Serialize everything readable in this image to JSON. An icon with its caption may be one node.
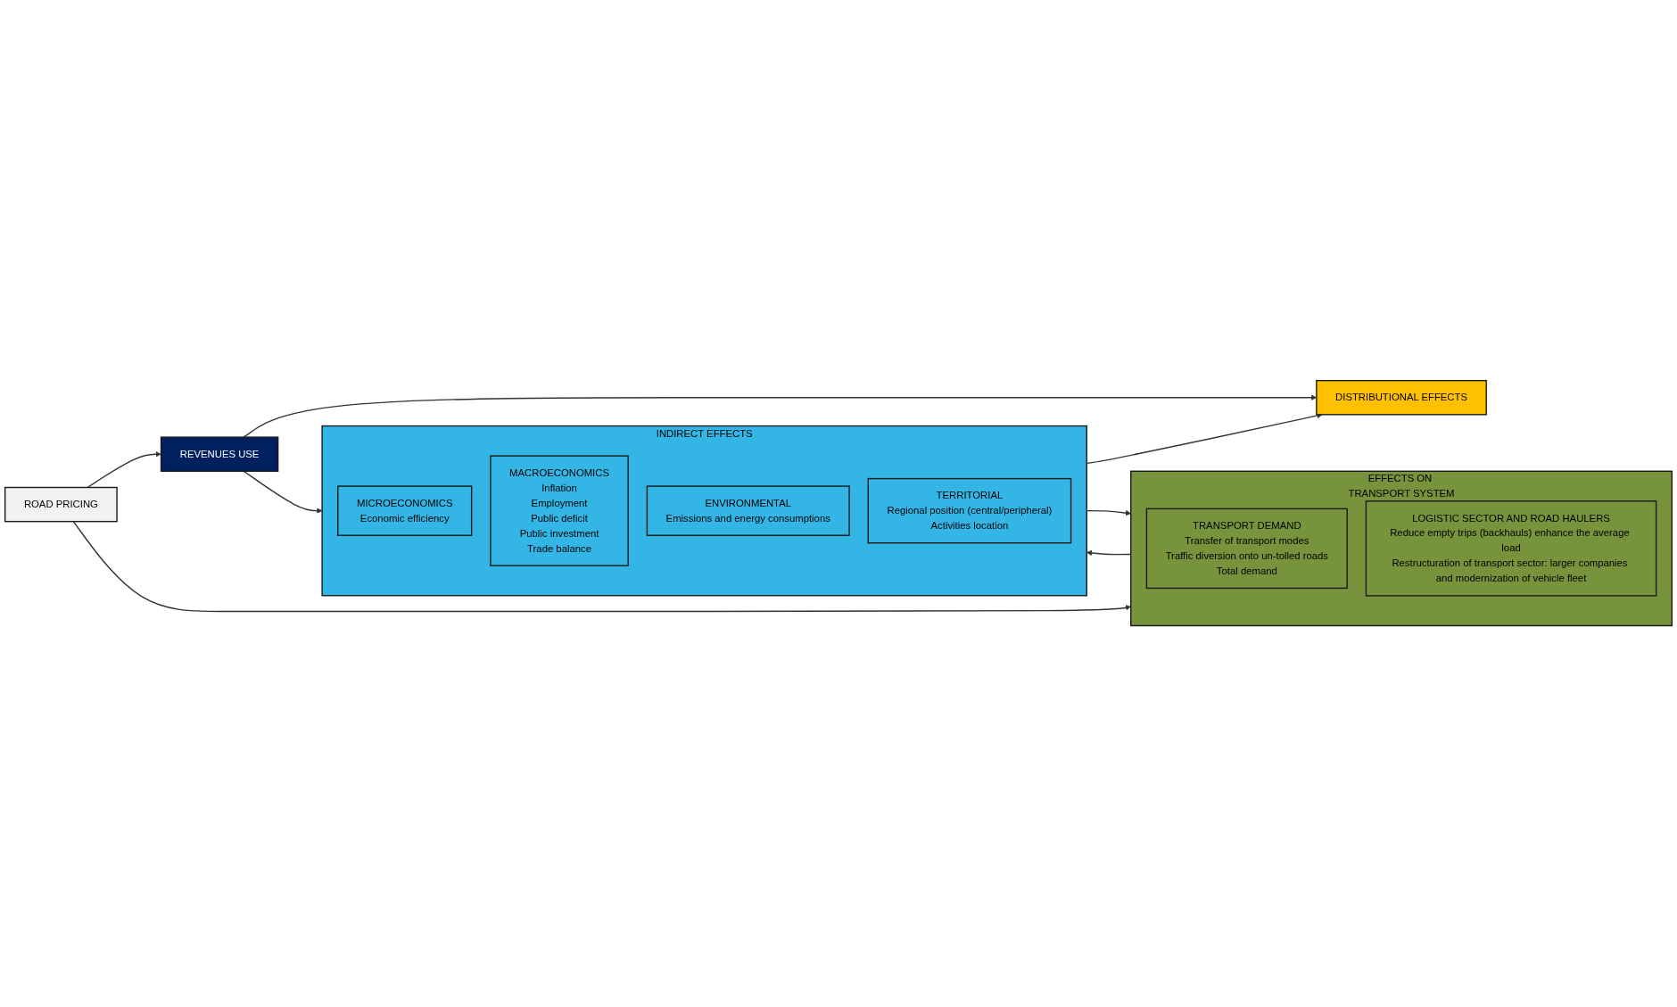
{
  "diagram": {
    "nodes": [
      {
        "text": [
          "EFFECTS ON TRANSPORT SYSTEM"
        ]
      },
      {
        "text": [
          "TRANSPORT DEMAND",
          "Transfer of transport modes",
          "Traffic diversion onto un-tolled roads",
          "Total demand"
        ],
        "in": 0
      },
      {
        "text": [
          "LOGISTIC SECTOR AND ROAD HAULERS",
          "Reduce empty trips (backhauls) enhance the average load",
          "Restructuration of transport sector: larger companies and modernization of vehicle fleet"
        ],
        "in": 0
      },
      {
        "text": [
          "INDIRECT EFFECTS"
        ]
      },
      {
        "text": [
          "MICROECONOMICS",
          "Economic efficiency"
        ],
        "in": 3
      },
      {
        "text": [
          "MACROECONOMICS",
          "Inflation",
          "Employment",
          "Public deficit",
          "Public investment",
          "Trade balance"
        ],
        "in": 3
      },
      {
        "text": [
          "ENVIRONMENTAL",
          "Emissions and energy consumptions"
        ],
        "in": 3
      },
      {
        "text": [
          "TERRITORIAL",
          "Regional position (central/peripheral)",
          "Activities location"
        ],
        "in": 3
      },
      {
        "text": [
          "ROAD PRICING"
        ]
      },
      {
        "text": [
          "REVENUES USE"
        ]
      },
      {
        "text": [
          "DISTRIBUTIONAL EFFECTS"
        ]
      }
    ],
    "edges": [
      {
        "from": 8,
        "to": 0,
        "arrow": "to"
      },
      {
        "from": 8,
        "to": 9,
        "arrow": "to"
      },
      {
        "from": 9,
        "to": 3,
        "arrow": "to"
      },
      {
        "from": 9,
        "to": 10,
        "arrow": "to"
      },
      {
        "from": 3,
        "to": 10,
        "arrow": "to"
      },
      {
        "from": 0,
        "to": 3,
        "arrow": "to"
      },
      {
        "from": 3,
        "to": 0,
        "arrow": "to"
      }
    ]
  }
}
